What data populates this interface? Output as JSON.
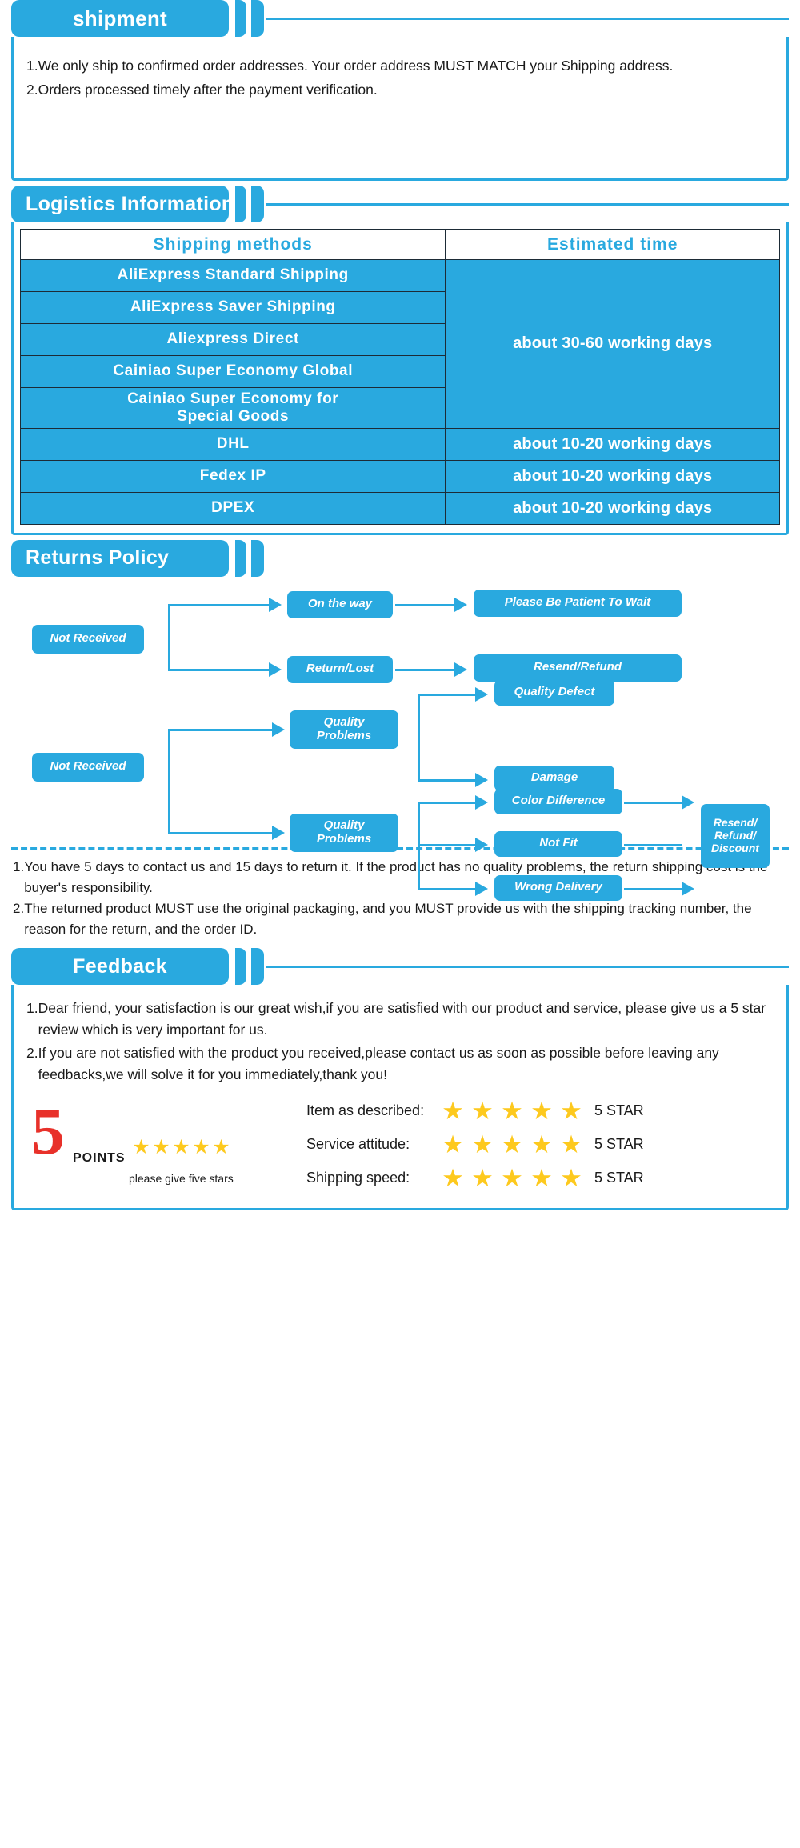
{
  "theme": {
    "accent": "#29a9df",
    "star": "#fdc91e",
    "red": "#e8312a"
  },
  "shipment": {
    "title": "shipment",
    "items": [
      {
        "num": "1.",
        "text": "We only ship to confirmed order addresses. Your order address MUST MATCH your Shipping address."
      },
      {
        "num": "2.",
        "text": "Orders processed timely after the payment verification."
      }
    ]
  },
  "logistics": {
    "title": "Logistics Information",
    "headers": [
      "Shipping  methods",
      "Estimated  time"
    ],
    "rows": [
      {
        "method": "AliExpress  Standard  Shipping",
        "est": "about 30-60 working days",
        "span": 5
      },
      {
        "method": "AliExpress  Saver  Shipping"
      },
      {
        "method": "Aliexpress  Direct"
      },
      {
        "method": "Cainiao  Super  Economy  Global"
      },
      {
        "method": "Cainiao  Super  Economy  for\nSpecial  Goods"
      },
      {
        "method": "DHL",
        "est": "about 10-20 working days",
        "span": 1
      },
      {
        "method": "Fedex  IP",
        "est": "about 10-20 working days",
        "span": 1
      },
      {
        "method": "DPEX",
        "est": "about 10-20 working days",
        "span": 1
      }
    ]
  },
  "returns": {
    "title": "Returns Policy",
    "flow": {
      "branch1_root": "Not Received",
      "branch1_mid": [
        "On the way",
        "Return/Lost"
      ],
      "branch1_end": [
        "Please Be Patient To Wait",
        "Resend/Refund"
      ],
      "branch2_root": "Not Received",
      "branch2_mid_top": "Quality\nProblems",
      "branch2_mid_bottom": "Quality\nProblems",
      "branch2_top_outcomes": [
        "Quality Defect",
        "Damage"
      ],
      "branch2_bottom_outcomes": [
        "Color Difference",
        "Not Fit",
        "Wrong Delivery"
      ],
      "final_outcome": "Resend/\nRefund/\nDiscount"
    },
    "notes": [
      {
        "num": "1.",
        "text": "You have 5 days to contact us and 15 days to return it. If the product has no quality problems, the return shipping cost is the buyer's responsibility."
      },
      {
        "num": "2.",
        "text": "The returned product MUST use the original packaging, and you MUST provide us with the shipping tracking number, the reason for the return, and the order ID."
      }
    ]
  },
  "feedback": {
    "title": "Feedback",
    "items": [
      {
        "num": "1.",
        "text": "Dear friend, your satisfaction is our great wish,if you are satisfied with our product and service, please give us a 5 star review which is very important for us."
      },
      {
        "num": "2.",
        "text": "If you are not satisfied with the product you received,please contact us as soon as possible before leaving any feedbacks,we will solve it for you immediately,thank you!"
      }
    ],
    "badge": {
      "number": "5",
      "points_word": "POINTS",
      "caption": "please give five stars",
      "star_count": 5
    },
    "ratings": [
      {
        "label": "Item as described:",
        "stars": 5,
        "tag": "5 STAR"
      },
      {
        "label": "Service attitude:",
        "stars": 5,
        "tag": "5 STAR"
      },
      {
        "label": "Shipping speed:",
        "stars": 5,
        "tag": "5 STAR"
      }
    ],
    "star_glyph": "★"
  }
}
